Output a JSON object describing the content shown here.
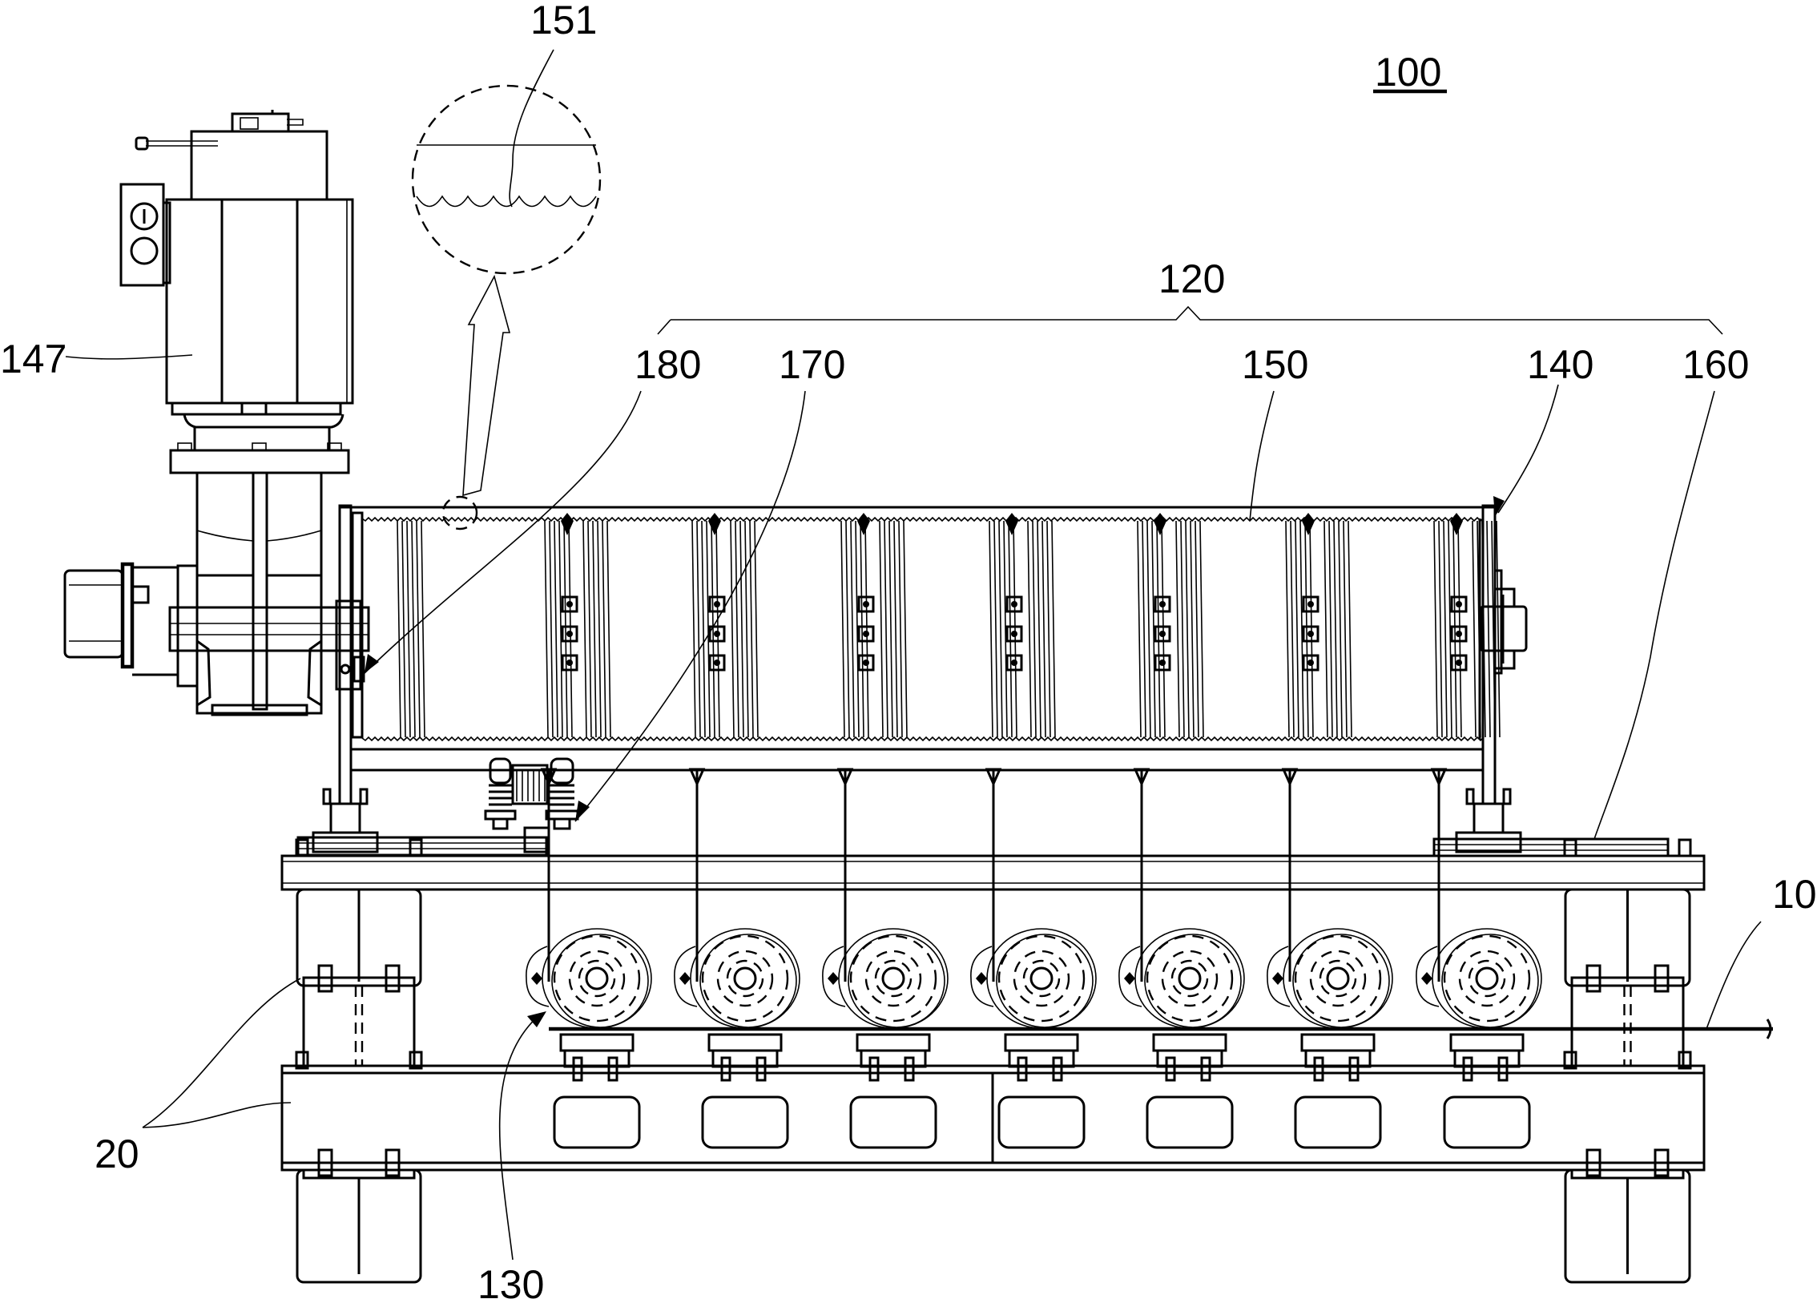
{
  "figure": {
    "title_ref": "100",
    "line_color": "#000000",
    "background": "#ffffff"
  },
  "labels": {
    "assembly": "100",
    "strip": "10",
    "support_frame": "20",
    "unit_120": "120",
    "roller_130": "130",
    "frame_140": "140",
    "motor_147": "147",
    "drum_150": "150",
    "detail_151": "151",
    "rail_160": "160",
    "tensioner_170": "170",
    "sensor_180": "180"
  },
  "components": {
    "drum_sections": 7,
    "roller_units": 7,
    "slot_windows": 7
  }
}
